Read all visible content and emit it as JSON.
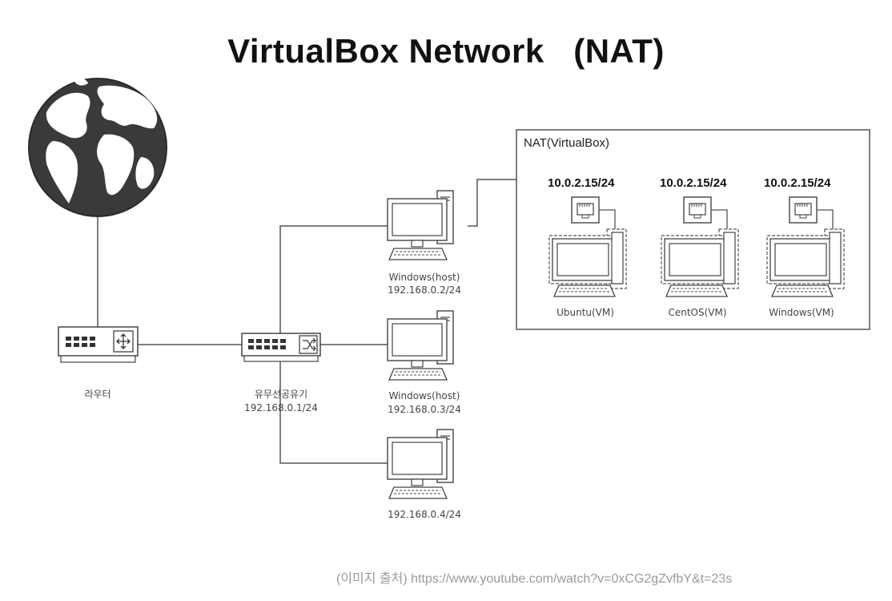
{
  "title": "VirtualBox Network   (NAT)",
  "nat_box": {
    "label": "NAT(VirtualBox)"
  },
  "router": {
    "label": "라우터"
  },
  "switch": {
    "name": "유무선공유기",
    "ip": "192.168.0.1/24"
  },
  "hosts": [
    {
      "name": "Windows(host)",
      "ip": "192.168.0.2/24"
    },
    {
      "name": "Windows(host)",
      "ip": "192.168.0.3/24"
    },
    {
      "name": "",
      "ip": "192.168.0.4/24"
    }
  ],
  "vms": [
    {
      "name": "Ubuntu(VM)",
      "ip": "10.0.2.15/24"
    },
    {
      "name": "CentOS(VM)",
      "ip": "10.0.2.15/24"
    },
    {
      "name": "Windows(VM)",
      "ip": "10.0.2.15/24"
    }
  ],
  "credit": "(이미지 출처)  https://www.youtube.com/watch?v=0xCG2gZvfbY&t=23s",
  "icons": [
    "globe-icon",
    "router-icon",
    "switch-icon",
    "computer-icon",
    "network-port-icon"
  ]
}
